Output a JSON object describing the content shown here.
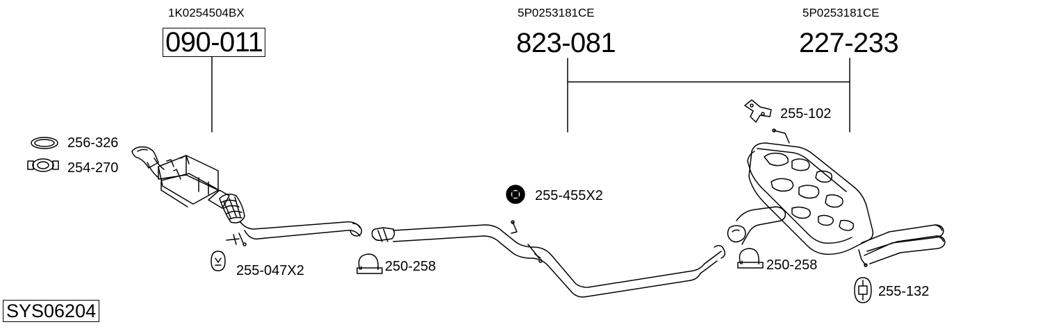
{
  "oem_numbers": {
    "left": "1K0254504BX",
    "middle": "5P0253181CE",
    "right": "5P0253181CE"
  },
  "main_parts": {
    "catalyst": "090-011",
    "middle_pipe": "823-081",
    "rear_silencer": "227-233"
  },
  "accessories": {
    "gasket": "256-326",
    "clamp_front": "254-270",
    "hanger_front": "255-047X2",
    "clamp_mid": "250-258",
    "rubber_mount_mid": "255-455X2",
    "bracket_rear": "255-102",
    "clamp_rear": "250-258",
    "rubber_mount_rear": "255-132"
  },
  "system_code": "SYS06204"
}
